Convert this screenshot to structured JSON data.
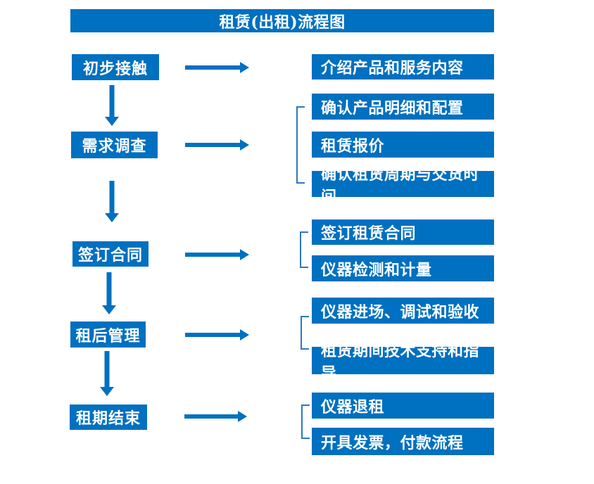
{
  "title": "租赁(出租)流程图",
  "colors": {
    "primary": "#0070C0",
    "bracket": "#2e78bd",
    "text_on_primary": "#FFFFFF",
    "background": "#FFFFFF"
  },
  "steps": [
    {
      "label": "初步接触",
      "details": [
        "介绍产品和服务内容"
      ]
    },
    {
      "label": "需求调查",
      "details": [
        "确认产品明细和配置",
        "租赁报价",
        "确认租赁周期与交货时间"
      ]
    },
    {
      "label": "签订合同",
      "details": [
        "签订租赁合同",
        "仪器检测和计量"
      ]
    },
    {
      "label": "租后管理",
      "details": [
        "仪器进场、调试和验收",
        "租赁期间技术支持和指导"
      ]
    },
    {
      "label": "租期结束",
      "details": [
        "仪器退租",
        "开具发票，付款流程"
      ]
    }
  ]
}
